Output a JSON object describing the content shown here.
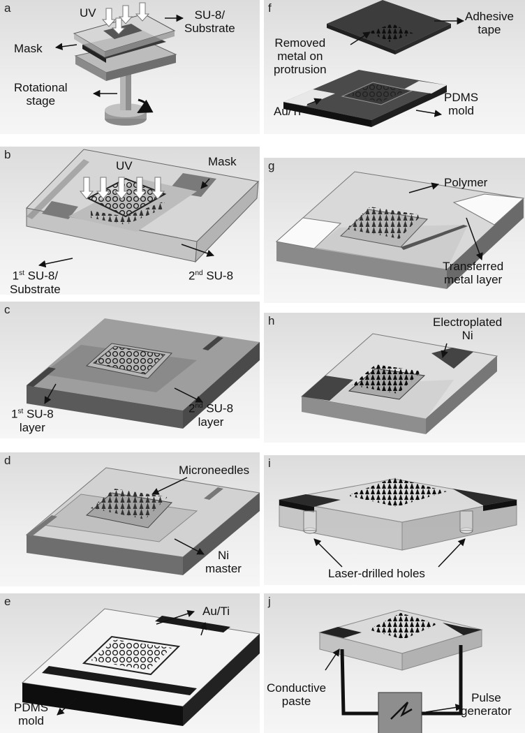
{
  "panels": {
    "a": {
      "letter": "a",
      "uv": "UV",
      "su8_substrate_1": "SU-8/",
      "su8_substrate_2": "Substrate",
      "mask": "Mask",
      "stage_1": "Rotational",
      "stage_2": "stage"
    },
    "b": {
      "letter": "b",
      "uv": "UV",
      "mask": "Mask",
      "first_num": "1",
      "first_sup": "st",
      "first_rest": " SU-8/",
      "first_line2": "Substrate",
      "second_num": "2",
      "second_sup": "nd",
      "second_rest": " SU-8"
    },
    "c": {
      "letter": "c",
      "first_num": "1",
      "first_sup": "st",
      "first_rest": " SU-8",
      "first_line2": "layer",
      "second_num": "2",
      "second_sup": "nd",
      "second_rest": " SU-8",
      "second_line2": "layer"
    },
    "d": {
      "letter": "d",
      "microneedles": "Microneedles",
      "ni_1": "Ni",
      "ni_2": "master"
    },
    "e": {
      "letter": "e",
      "auti": "Au/Ti",
      "pdms_1": "PDMS",
      "pdms_2": "mold"
    },
    "f": {
      "letter": "f",
      "tape_1": "Adhesive",
      "tape_2": "tape",
      "removed_1": "Removed",
      "removed_2": "metal on",
      "removed_3": "protrusion",
      "auti": "Au/Ti",
      "pdms_1": "PDMS",
      "pdms_2": "mold"
    },
    "g": {
      "letter": "g",
      "polymer": "Polymer",
      "transferred_1": "Transferred",
      "transferred_2": "metal layer"
    },
    "h": {
      "letter": "h",
      "electro_1": "Electroplated",
      "electro_2": "Ni"
    },
    "i": {
      "letter": "i",
      "holes": "Laser-drilled holes"
    },
    "j": {
      "letter": "j",
      "paste_1": "Conductive",
      "paste_2": "paste",
      "pulse_1": "Pulse",
      "pulse_2": "generator"
    }
  },
  "colors": {
    "su8": "#a9a9a9",
    "su8_dark": "#6d6d6d",
    "side": "#5c5c5c",
    "dark": "#1c1c1c",
    "white": "#f8f8f8",
    "mask": "#c9c9c9"
  }
}
